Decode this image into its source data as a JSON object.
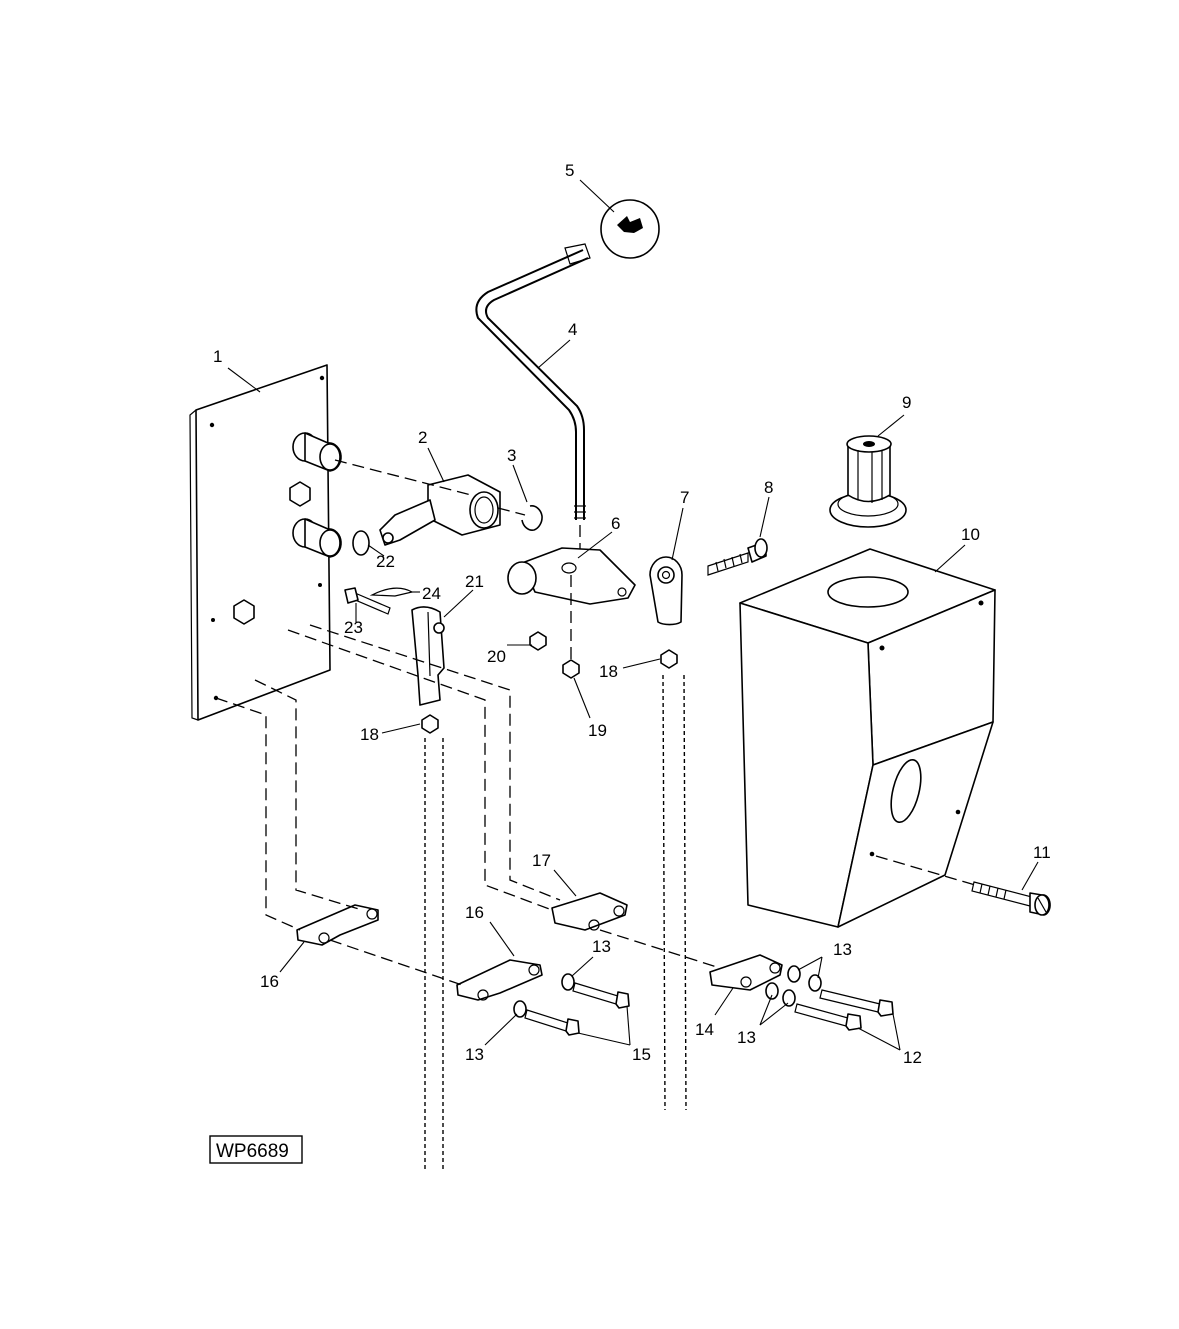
{
  "figure_id": "WP6689",
  "callouts": {
    "c1": "1",
    "c2": "2",
    "c3": "3",
    "c4": "4",
    "c5": "5",
    "c6": "6",
    "c7": "7",
    "c8": "8",
    "c9": "9",
    "c10": "10",
    "c11": "11",
    "c12": "12",
    "c13a": "13",
    "c13b": "13",
    "c13c": "13",
    "c13d": "13",
    "c14": "14",
    "c15": "15",
    "c16a": "16",
    "c16b": "16",
    "c17": "17",
    "c18a": "18",
    "c18b": "18",
    "c19": "19",
    "c20": "20",
    "c21": "21",
    "c22": "22",
    "c23": "23",
    "c24": "24"
  },
  "parts": [
    {
      "ref": "1",
      "icon": "mounting-plate"
    },
    {
      "ref": "2",
      "icon": "pivot-bracket"
    },
    {
      "ref": "3",
      "icon": "snap-ring"
    },
    {
      "ref": "4",
      "icon": "shift-lever"
    },
    {
      "ref": "5",
      "icon": "lever-knob"
    },
    {
      "ref": "6",
      "icon": "lever-arm"
    },
    {
      "ref": "7",
      "icon": "rod-end"
    },
    {
      "ref": "8",
      "icon": "cap-screw"
    },
    {
      "ref": "9",
      "icon": "fuel-cap"
    },
    {
      "ref": "10",
      "icon": "fuel-tank"
    },
    {
      "ref": "11",
      "icon": "cap-screw"
    },
    {
      "ref": "12",
      "icon": "cap-screw"
    },
    {
      "ref": "13",
      "icon": "washer"
    },
    {
      "ref": "14",
      "icon": "cable-clamp"
    },
    {
      "ref": "15",
      "icon": "cap-screw"
    },
    {
      "ref": "16",
      "icon": "cable-clamp"
    },
    {
      "ref": "17",
      "icon": "cable-clamp"
    },
    {
      "ref": "18",
      "icon": "nut"
    },
    {
      "ref": "19",
      "icon": "nut"
    },
    {
      "ref": "20",
      "icon": "nut"
    },
    {
      "ref": "21",
      "icon": "clevis"
    },
    {
      "ref": "22",
      "icon": "snap-ring"
    },
    {
      "ref": "23",
      "icon": "pin"
    },
    {
      "ref": "24",
      "icon": "cotter-pin"
    }
  ]
}
